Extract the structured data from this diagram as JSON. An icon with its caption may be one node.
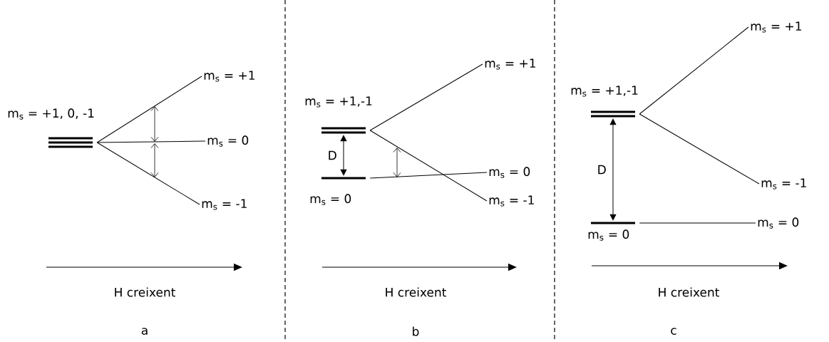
{
  "diagram": {
    "nodes": [
      {
        "text": [],
        "shape": "bar",
        "beside": [
          "m$_{s}$ = +1, 0, -1"
        ]
      },
      {
        "text": [
          "m$_{s}$ = +1"
        ]
      },
      {
        "text": [
          "m$_{s}$ = 0"
        ]
      },
      {
        "text": [
          "m$_{s}$ = -1"
        ]
      },
      {
        "text": [],
        "shape": "bar",
        "beside": [
          "m$_{s}$ = +1,-1"
        ]
      },
      {
        "text": [],
        "shape": "bar",
        "beside": [
          "m$_{s}$ = 0"
        ]
      },
      {
        "text": [
          "m$_{s}$ = +1"
        ]
      },
      {
        "text": [
          "m$_{s}$ = 0"
        ]
      },
      {
        "text": [
          "m$_{s}$ = -1"
        ]
      },
      {
        "text": [],
        "shape": "bar",
        "beside": [
          "m$_{s}$ = +1,-1"
        ]
      },
      {
        "text": [],
        "shape": "bar",
        "beside": [
          "m$_{s}$ = 0"
        ]
      },
      {
        "text": [
          "m$_{s}$ = +1"
        ]
      },
      {
        "text": [
          "m$_{s}$ = -1"
        ]
      },
      {
        "text": [
          "m$_{s}$ = 0"
        ]
      }
    ],
    "edges": [
      {
        "from": 0,
        "to": 1,
        "arrow": "none"
      },
      {
        "from": 0,
        "to": 2,
        "arrow": "none"
      },
      {
        "from": 0,
        "to": 3,
        "arrow": "none"
      },
      {
        "from": 4,
        "to": 6,
        "arrow": "none"
      },
      {
        "from": 4,
        "to": 8,
        "arrow": "none"
      },
      {
        "from": 5,
        "to": 7,
        "arrow": "none"
      },
      {
        "from": 4,
        "to": 5,
        "arrow": "both",
        "label": "D"
      },
      {
        "from": 9,
        "to": 11,
        "arrow": "none"
      },
      {
        "from": 9,
        "to": 12,
        "arrow": "none"
      },
      {
        "from": 10,
        "to": 13,
        "arrow": "none"
      },
      {
        "from": 9,
        "to": 10,
        "arrow": "both",
        "label": "D"
      }
    ],
    "labels": [
      "H creixent",
      "H creixent",
      "H creixent",
      "a",
      "b",
      "c"
    ]
  }
}
